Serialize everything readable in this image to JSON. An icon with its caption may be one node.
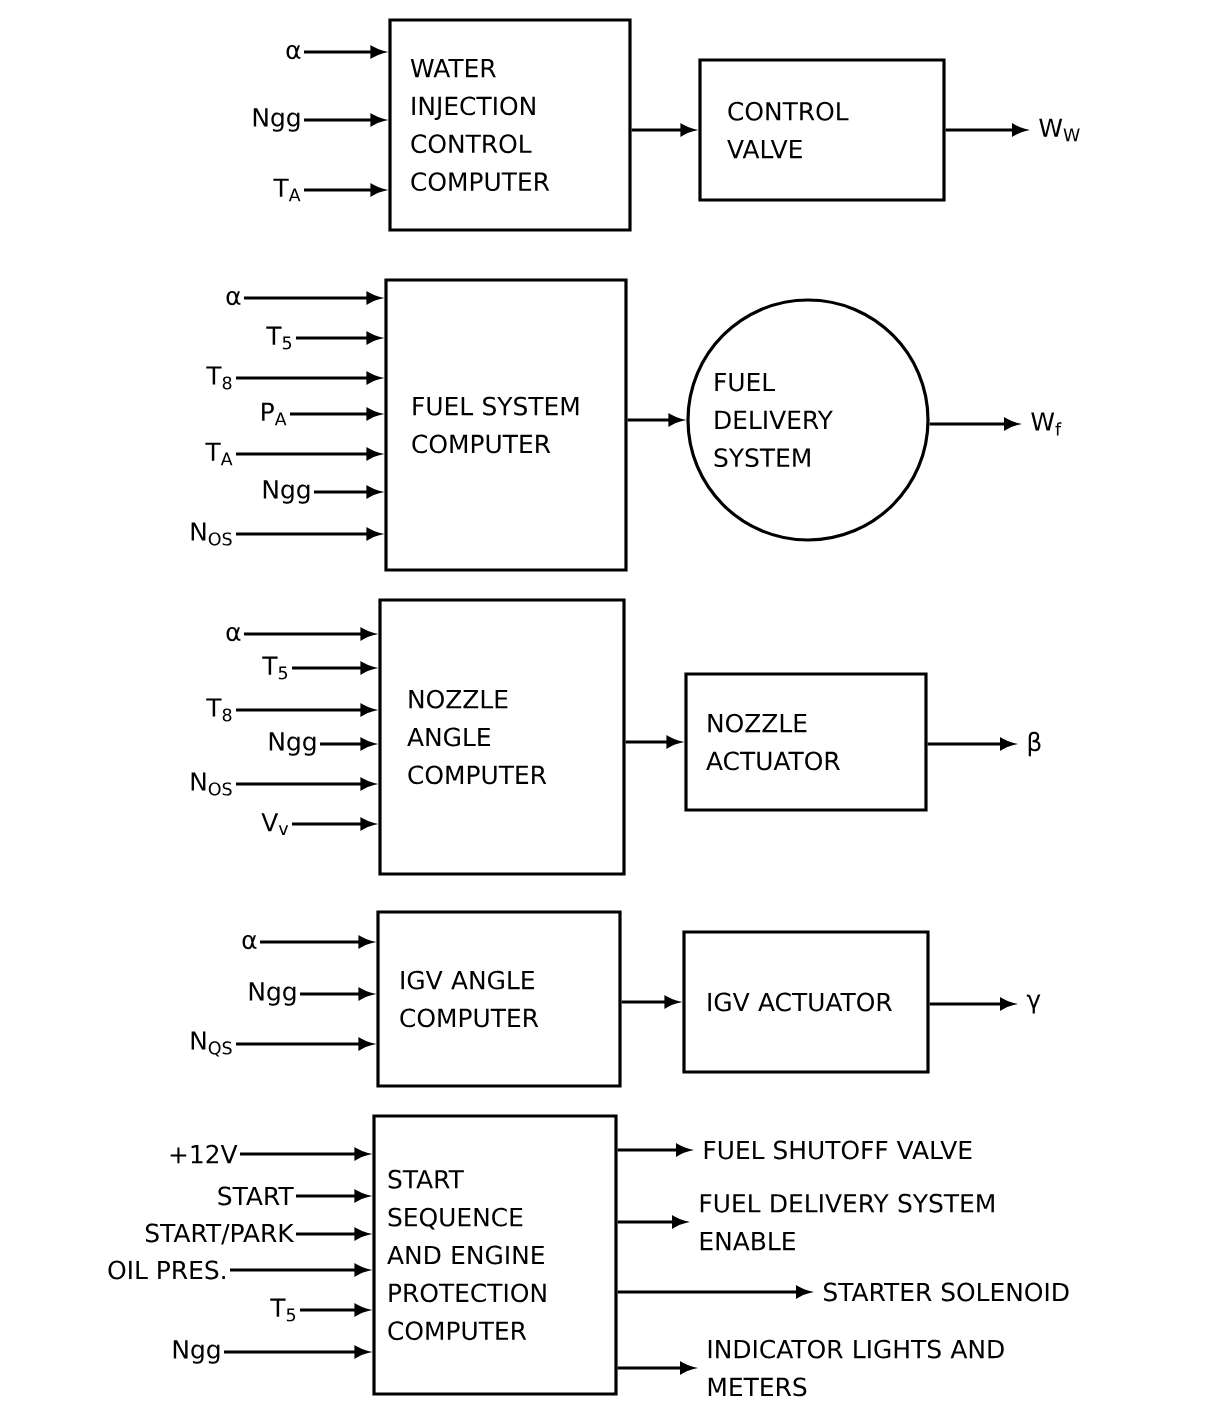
{
  "diagram": {
    "nodes": [
      {
        "text": [
          "WATER INJECTION CONTROL COMPUTER"
        ]
      },
      {
        "text": [
          "α"
        ]
      },
      {
        "text": [
          "Ngg"
        ]
      },
      {
        "text": [
          "T$_{A}$"
        ]
      },
      {
        "text": [
          "CONTROL VALVE"
        ]
      },
      {
        "text": [
          "W$_{W}$"
        ]
      },
      {
        "text": [
          "FUEL SYSTEM COMPUTER"
        ]
      },
      {
        "text": [
          "α"
        ]
      },
      {
        "text": [
          "T$_{5}$"
        ]
      },
      {
        "text": [
          "T$_{8}$"
        ]
      },
      {
        "text": [
          "P$_{A}$"
        ]
      },
      {
        "text": [
          "T$_{A}$"
        ]
      },
      {
        "text": [
          "Ngg"
        ]
      },
      {
        "text": [
          "N$_{OS}$"
        ]
      },
      {
        "text": [
          "FUEL DELIVERY SYSTEM"
        ]
      },
      {
        "text": [
          "W$_{f}$"
        ]
      },
      {
        "text": [
          "NOZZLE ANGLE COMPUTER"
        ]
      },
      {
        "text": [
          "α"
        ]
      },
      {
        "text": [
          "T$_{5}$"
        ]
      },
      {
        "text": [
          "T$_{8}$"
        ]
      },
      {
        "text": [
          "Ngg"
        ]
      },
      {
        "text": [
          "N$_{OS}$"
        ]
      },
      {
        "text": [
          "V$_{v}$"
        ]
      },
      {
        "text": [
          "NOZZLE ACTUATOR"
        ]
      },
      {
        "text": [
          "β"
        ]
      },
      {
        "text": [
          "IGV ANGLE COMPUTER"
        ]
      },
      {
        "text": [
          "α"
        ]
      },
      {
        "text": [
          "Ngg"
        ]
      },
      {
        "text": [
          "N$_{QS}$"
        ]
      },
      {
        "text": [
          "IGV ACTUATOR"
        ]
      },
      {
        "text": [
          "γ"
        ]
      },
      {
        "text": [
          "START SEQUENCE AND ENGINE PROTECTION COMPUTER"
        ]
      },
      {
        "text": [
          "+12V"
        ]
      },
      {
        "text": [
          "START"
        ]
      },
      {
        "text": [
          "START/PARK"
        ]
      },
      {
        "text": [
          "OIL PRES."
        ]
      },
      {
        "text": [
          "T$_{5}$"
        ]
      },
      {
        "text": [
          "Ngg"
        ]
      },
      {
        "text": [
          "FUEL SHUTOFF VALVE"
        ]
      },
      {
        "text": [
          "FUEL DELIVERY SYSTEM ENABLE"
        ]
      },
      {
        "text": [
          "STARTER SOLENOID"
        ]
      },
      {
        "text": [
          "INDICATOR LIGHTS AND METERS"
        ]
      }
    ],
    "edges": [
      {
        "from": 1,
        "to": 0,
        "arrow": "to"
      },
      {
        "from": 2,
        "to": 0,
        "arrow": "to"
      },
      {
        "from": 3,
        "to": 0,
        "arrow": "to"
      },
      {
        "from": 0,
        "to": 4,
        "arrow": "to"
      },
      {
        "from": 4,
        "to": 5,
        "arrow": "to"
      },
      {
        "from": 7,
        "to": 6,
        "arrow": "to"
      },
      {
        "from": 8,
        "to": 6,
        "arrow": "to"
      },
      {
        "from": 9,
        "to": 6,
        "arrow": "to"
      },
      {
        "from": 10,
        "to": 6,
        "arrow": "to"
      },
      {
        "from": 11,
        "to": 6,
        "arrow": "to"
      },
      {
        "from": 12,
        "to": 6,
        "arrow": "to"
      },
      {
        "from": 13,
        "to": 6,
        "arrow": "to"
      },
      {
        "from": 6,
        "to": 14,
        "arrow": "to"
      },
      {
        "from": 14,
        "to": 15,
        "arrow": "to"
      },
      {
        "from": 17,
        "to": 16,
        "arrow": "to"
      },
      {
        "from": 18,
        "to": 16,
        "arrow": "to"
      },
      {
        "from": 19,
        "to": 16,
        "arrow": "to"
      },
      {
        "from": 20,
        "to": 16,
        "arrow": "to"
      },
      {
        "from": 21,
        "to": 16,
        "arrow": "to"
      },
      {
        "from": 22,
        "to": 16,
        "arrow": "to"
      },
      {
        "from": 16,
        "to": 23,
        "arrow": "to"
      },
      {
        "from": 23,
        "to": 24,
        "arrow": "to"
      },
      {
        "from": 26,
        "to": 25,
        "arrow": "to"
      },
      {
        "from": 27,
        "to": 25,
        "arrow": "to"
      },
      {
        "from": 28,
        "to": 25,
        "arrow": "to"
      },
      {
        "from": 25,
        "to": 29,
        "arrow": "to"
      },
      {
        "from": 29,
        "to": 30,
        "arrow": "to"
      },
      {
        "from": 32,
        "to": 31,
        "arrow": "to"
      },
      {
        "from": 33,
        "to": 31,
        "arrow": "to"
      },
      {
        "from": 34,
        "to": 31,
        "arrow": "to"
      },
      {
        "from": 35,
        "to": 31,
        "arrow": "to"
      },
      {
        "from": 36,
        "to": 31,
        "arrow": "to"
      },
      {
        "from": 37,
        "to": 31,
        "arrow": "to"
      },
      {
        "from": 31,
        "to": 38,
        "arrow": "to"
      },
      {
        "from": 31,
        "to": 39,
        "arrow": "to"
      },
      {
        "from": 31,
        "to": 40,
        "arrow": "to"
      },
      {
        "from": 31,
        "to": 41,
        "arrow": "to"
      }
    ]
  }
}
